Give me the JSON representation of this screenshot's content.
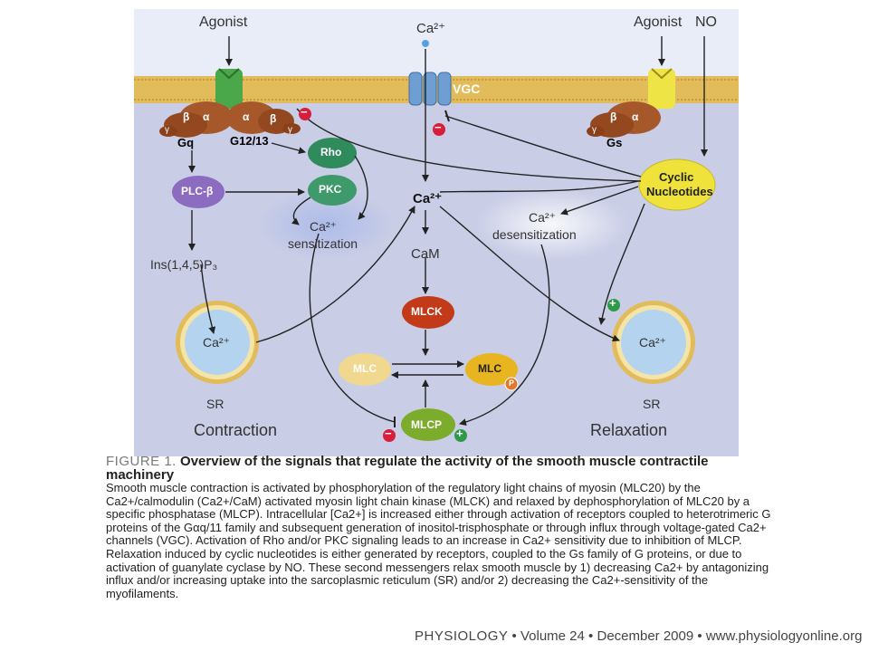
{
  "diagram": {
    "top_labels": {
      "agonist_left": "Agonist",
      "ca_top": "Ca²⁺",
      "agonist_right": "Agonist",
      "no": "NO"
    },
    "channel_label": "VGC",
    "g_proteins": {
      "gq": "Gq",
      "g1213": "G12/13",
      "gs": "Gs"
    },
    "subunits": {
      "alpha": "α",
      "beta": "β",
      "gamma": "γ"
    },
    "nodes": {
      "rho": "Rho",
      "pkc": "PKC",
      "plc": "PLC-β",
      "cyclic_line1": "Cyclic",
      "cyclic_line2": "Nucleotides",
      "mlck": "MLCK",
      "mlc_left": "MLC",
      "mlc_right": "MLC",
      "mlcp": "MLCP",
      "phospho": "P",
      "ca_center": "Ca²⁺",
      "cam": "CaM",
      "ip3": "Ins(1,4,5)P₃",
      "sens_line1": "Ca²⁺",
      "sens_line2": "sensitization",
      "desens_line1": "Ca²⁺",
      "desens_line2": "desensitization",
      "sr_left_ca": "Ca²⁺",
      "sr_left": "SR",
      "sr_right_ca": "Ca²⁺",
      "sr_right": "SR"
    },
    "signs": {
      "minus": "−",
      "plus": "+"
    },
    "section_labels": {
      "contraction": "Contraction",
      "relaxation": "Relaxation"
    },
    "colors": {
      "background": "#c9cde6",
      "membrane": "#e2bc5a",
      "gprotein": "#a7582b",
      "rho": "#2f8a5c",
      "pkc": "#3e9a6a",
      "plc": "#8c6cc0",
      "cyclic": "#efe23a",
      "mlck": "#c23a18",
      "mlc_left": "#f1d88f",
      "mlc_right": "#e8b520",
      "mlcp": "#7cac2c",
      "minus": "#d81e3a",
      "plus": "#2e9a47",
      "receptor_gq": "#4aa84a",
      "receptor_gs": "#efe445",
      "channel": "#6f9fd2"
    }
  },
  "caption": {
    "label": "FIGURE 1.",
    "title": "Overview of the signals that regulate the activity of the smooth muscle contractile machinery",
    "body": "Smooth muscle contraction is activated by phosphorylation of the regulatory light chains of myosin (MLC20) by the Ca2+/calmodulin (Ca2+/CaM) activated myosin light chain kinase (MLCK) and relaxed by dephosphorylation of MLC20 by a specific phosphatase (MLCP). Intracellular [Ca2+] is increased either through activation of receptors coupled to heterotrimeric G proteins of the Gαq/11 family and subsequent generation of inositol-trisphosphate or through influx through voltage-gated Ca2+ channels (VGC). Activation of Rho and/or PKC signaling leads to an increase in Ca2+ sensitivity due to inhibition of MLCP. Relaxation induced by cyclic nucleotides is either generated by receptors, coupled to the Gs family of G proteins, or due to activation of guanylate cyclase by NO. These second messengers relax smooth muscle by 1) decreasing Ca2+ by antagonizing influx and/or increasing uptake into the sarcoplasmic reticulum (SR) and/or 2) decreasing the Ca2+-sensitivity of the myofilaments."
  },
  "footer": {
    "journal": "PHYSIOLOGY",
    "volume": "Volume 24",
    "date": "December 2009",
    "url": "www.physiologyonline.org",
    "sep": "•"
  }
}
